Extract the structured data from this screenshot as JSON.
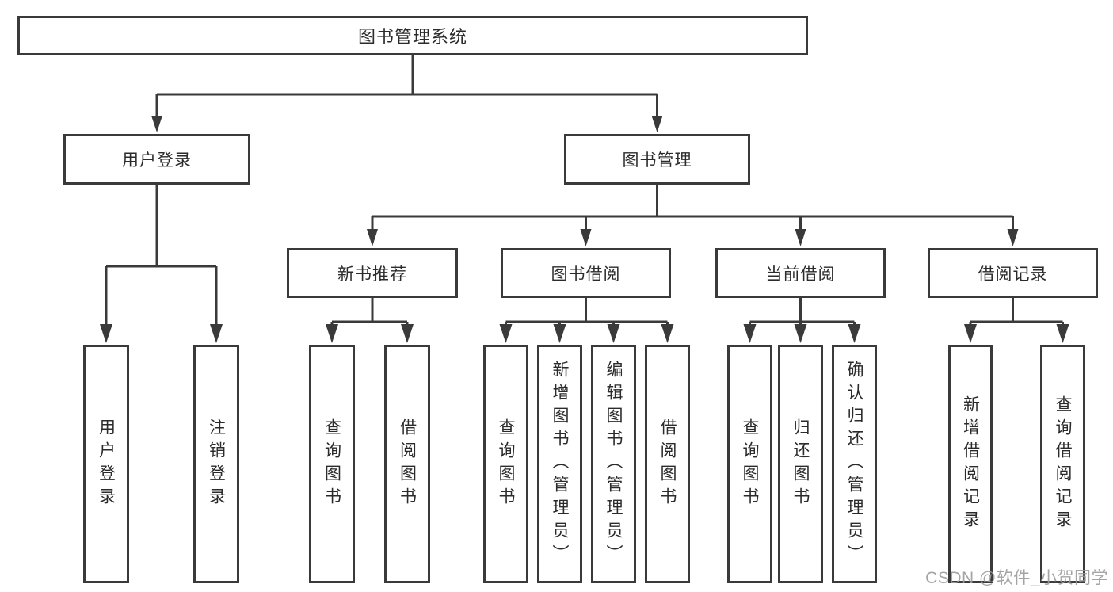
{
  "title_box": {
    "label": "图书管理系统"
  },
  "tree": {
    "branches": [
      {
        "label": "用户登录",
        "children": [
          {
            "label": "用户登录"
          },
          {
            "label": "注销登录"
          }
        ]
      },
      {
        "label": "图书管理",
        "groups": [
          {
            "label": "新书推荐",
            "children": [
              {
                "label": "查询图书"
              },
              {
                "label": "借阅图书"
              }
            ]
          },
          {
            "label": "图书借阅",
            "children": [
              {
                "label": "查询图书"
              },
              {
                "label": "新增图书（管理员）"
              },
              {
                "label": "编辑图书（管理员）"
              },
              {
                "label": "借阅图书"
              }
            ]
          },
          {
            "label": "当前借阅",
            "children": [
              {
                "label": "查询图书"
              },
              {
                "label": "归还图书"
              },
              {
                "label": "确认归还（管理员）"
              }
            ]
          },
          {
            "label": "借阅记录",
            "children": [
              {
                "label": "新增借阅记录"
              },
              {
                "label": "查询借阅记录"
              }
            ]
          }
        ]
      }
    ]
  },
  "watermark": {
    "text": "CSDN @软件_小贺同学"
  },
  "colors": {
    "line": "#3a3a3a",
    "box_border": "#3a3a3a",
    "text": "#2b2b2b",
    "background": "#ffffff",
    "watermark": "#9b9b9b"
  }
}
